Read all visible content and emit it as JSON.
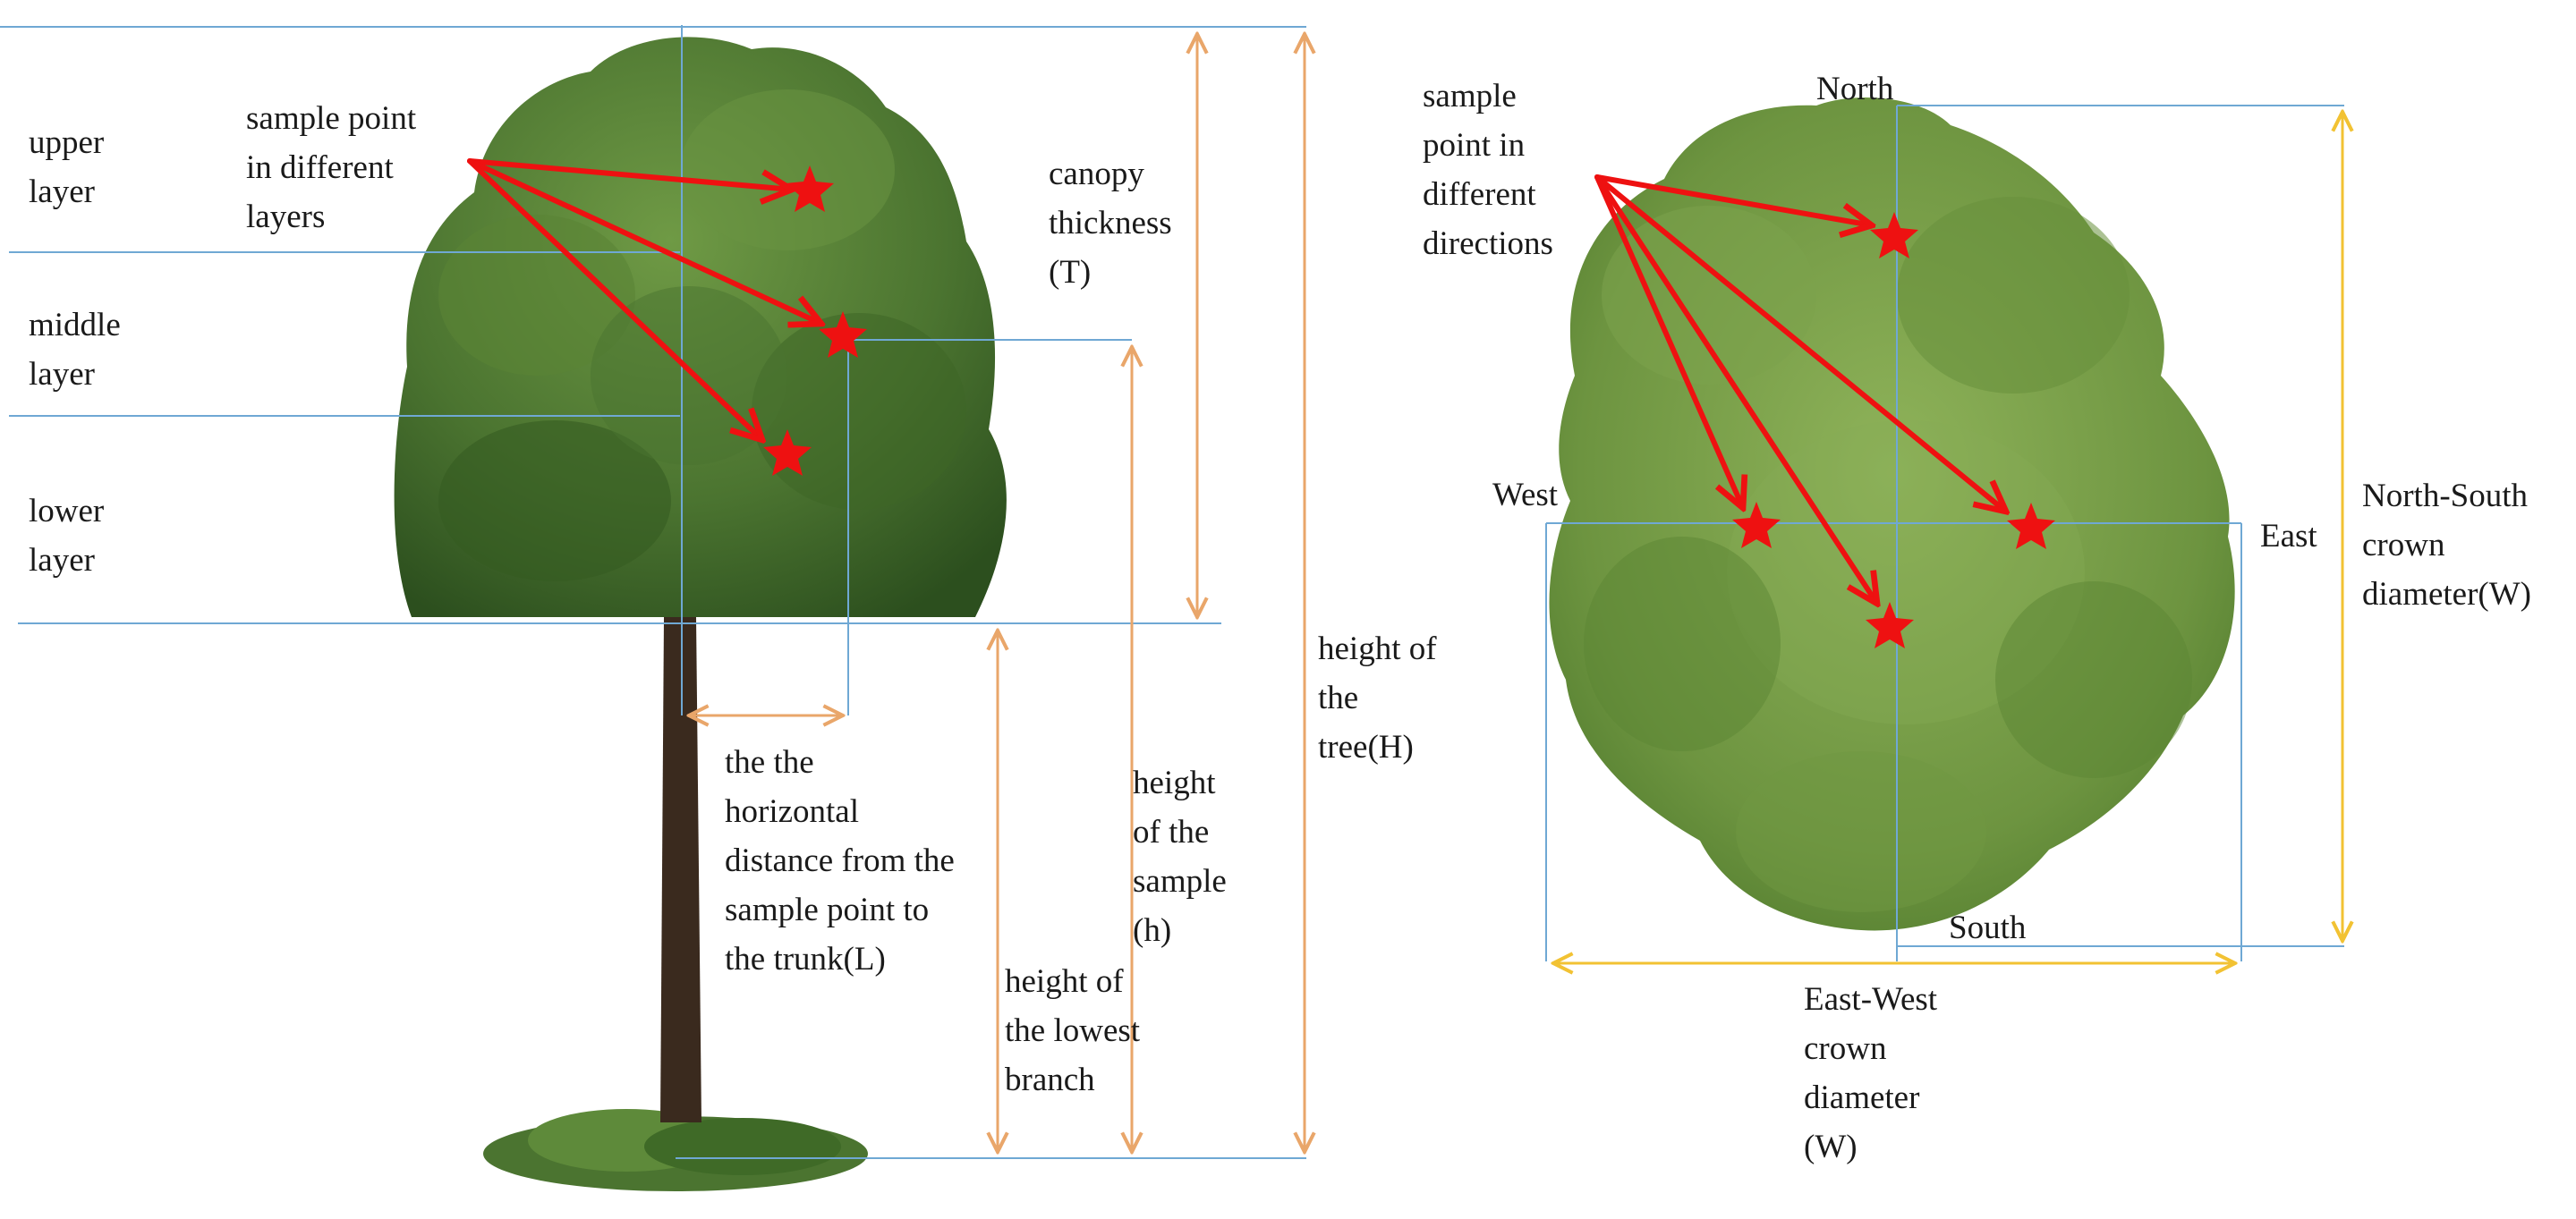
{
  "colors": {
    "guide_line": "#6fa8d4",
    "side_dimension": "#e9a66a",
    "top_dimension": "#f2c233",
    "sample_arrow": "#ee1111",
    "foliage_dark": "#2c4f1e",
    "foliage_mid": "#4f7a34",
    "foliage_top": "#7aa048",
    "trunk": "#3a2a1e"
  },
  "icons": [
    "tree-side-view-illustration",
    "tree-top-view-illustration",
    "sample-star-icon",
    "arrow-icon"
  ],
  "side_view": {
    "layers": {
      "upper": [
        "upper",
        "layer"
      ],
      "middle": [
        "middle",
        "layer"
      ],
      "lower": [
        "lower",
        "layer"
      ]
    },
    "sample_label": [
      "sample point",
      "in different",
      "layers"
    ],
    "canopy_thickness": [
      "canopy",
      "thickness",
      "(T)"
    ],
    "horizontal_distance": [
      "the the",
      "horizontal",
      "distance from the",
      "sample point to",
      "the trunk(L)"
    ],
    "sample_height": [
      "height",
      "of the",
      "sample",
      "(h)"
    ],
    "tree_height": [
      "height of",
      "the",
      "tree(H)"
    ],
    "lowest_branch": [
      "height of",
      "the lowest",
      "branch"
    ]
  },
  "top_view": {
    "sample_label": [
      "sample",
      "point in",
      "different",
      "directions"
    ],
    "north": "North",
    "south": "South",
    "east": "East",
    "west": "West",
    "ns_diameter": [
      "North-South",
      "crown",
      "diameter(W)"
    ],
    "ew_diameter": [
      "East-West",
      "crown",
      "diameter",
      "(W)"
    ]
  }
}
